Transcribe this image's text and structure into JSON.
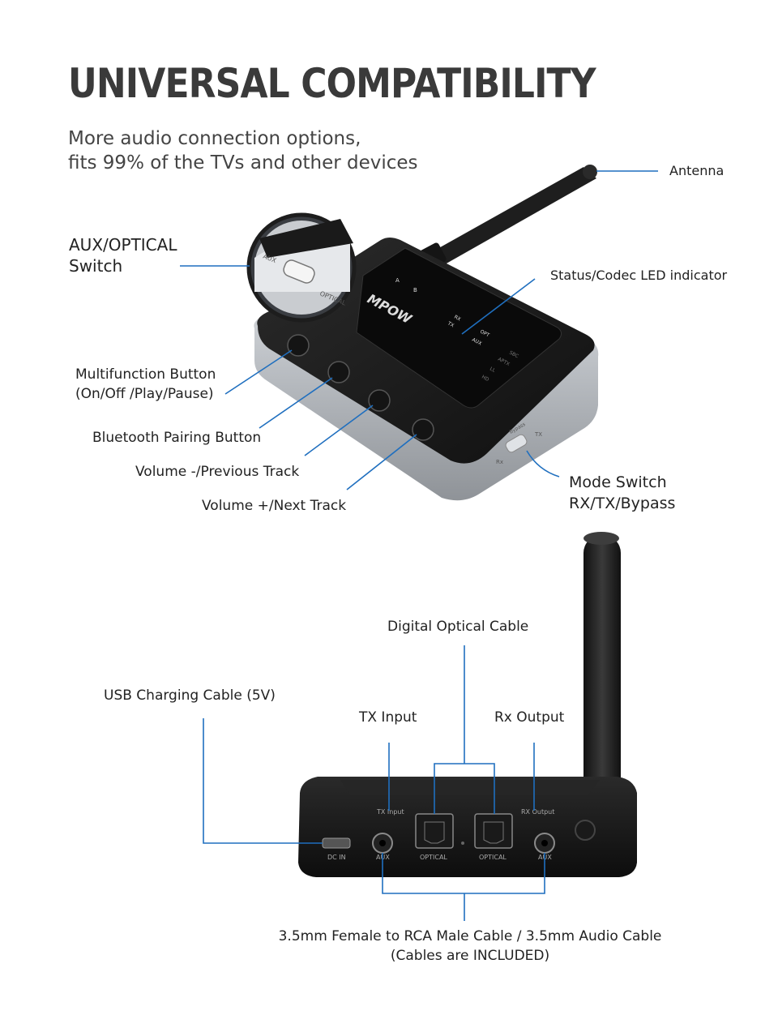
{
  "header": {
    "title": "UNIVERSAL COMPATIBILITY",
    "subtitle_line1": "More audio connection options,",
    "subtitle_line2": "fits 99% of the TVs and other devices"
  },
  "top_labels": {
    "antenna": "Antenna",
    "aux_optical_line1": "AUX/OPTICAL",
    "aux_optical_line2": "Switch",
    "status_led": "Status/Codec LED indicator",
    "multifunction_line1": "Multifunction Button",
    "multifunction_line2": "(On/Off /Play/Pause)",
    "pairing": "Bluetooth Pairing Button",
    "volume_minus": "Volume -/Previous Track",
    "volume_plus": "Volume +/Next Track",
    "mode_switch_line1": "Mode Switch",
    "mode_switch_line2": "RX/TX/Bypass"
  },
  "device_top_printed": {
    "brand": "MPOW",
    "led_a": "A",
    "led_b": "B",
    "rx": "RX",
    "tx": "TX",
    "opt": "OPT",
    "aux": "AUX",
    "sbc": "SBC",
    "aptx": "APTX",
    "ll": "LL",
    "hd": "HD",
    "switch_aux": "AUX",
    "switch_optical": "OPTICAL",
    "mode_rx": "Rx",
    "mode_bypass": "Bypass",
    "mode_tx": "TX"
  },
  "bottom_labels": {
    "digital_optical": "Digital Optical Cable",
    "usb_charging": "USB Charging Cable (5V)",
    "tx_input": "TX Input",
    "rx_output": "Rx Output",
    "cables_line1": "3.5mm Female to RCA Male Cable /  3.5mm Audio Cable",
    "cables_line2": "(Cables are INCLUDED)"
  },
  "device_back_printed": {
    "tx_input": "TX Input",
    "rx_output": "RX Output",
    "dc_in": "DC IN",
    "aux_left": "AUX",
    "optical_left": "OPTICAL",
    "optical_right": "OPTICAL",
    "aux_right": "AUX"
  },
  "colors": {
    "leader_line": "#1f6fbf",
    "device_body": "#1c1c1c",
    "silver_band": "#c9ccd0"
  }
}
